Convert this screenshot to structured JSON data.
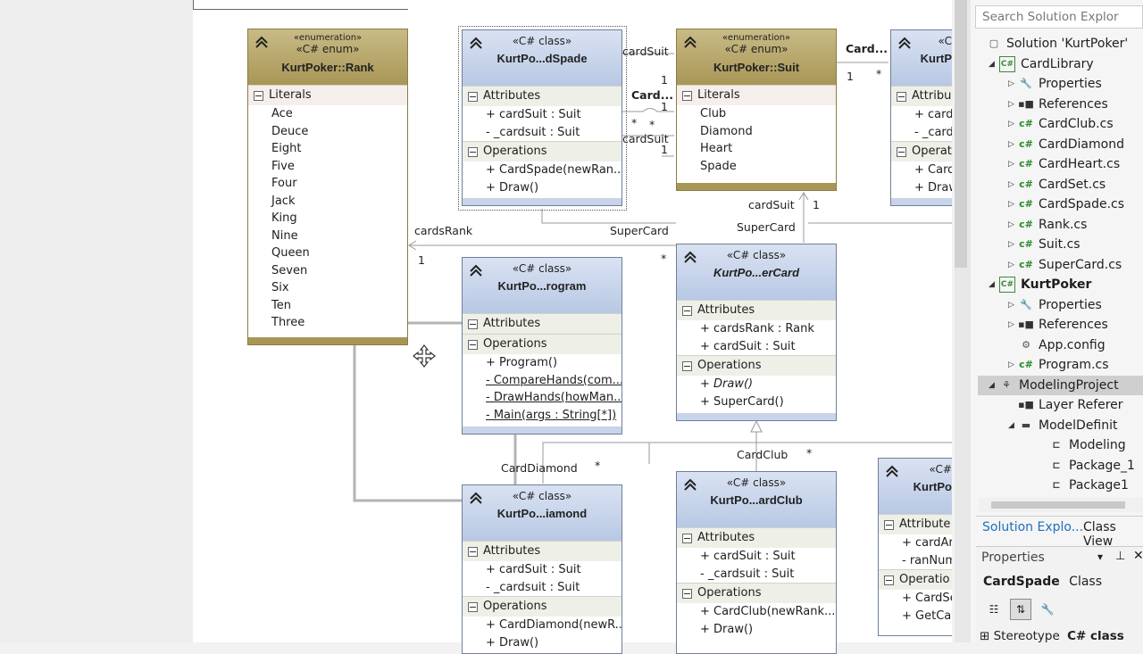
{
  "diagram": {
    "classes": {
      "rank": {
        "stereo1": "«enumeration»",
        "stereo2": "«C# enum»",
        "name": "KurtPoker::Rank",
        "section": "Literals",
        "items": [
          "Ace",
          "Deuce",
          "Eight",
          "Five",
          "Four",
          "Jack",
          "King",
          "Nine",
          "Queen",
          "Seven",
          "Six",
          "Ten",
          "Three"
        ]
      },
      "cardspade": {
        "stereo": "«C# class»",
        "name": "KurtPo...dSpade",
        "attr_label": "Attributes",
        "attrs": [
          "+ cardSuit : Suit",
          "- _cardsuit : Suit"
        ],
        "ops_label": "Operations",
        "ops": [
          "+ CardSpade(newRan...",
          "+ Draw()"
        ]
      },
      "suit": {
        "stereo1": "«enumeration»",
        "stereo2": "«C# enum»",
        "name": "KurtPoker::Suit",
        "section": "Literals",
        "items": [
          "Club",
          "Diamond",
          "Heart",
          "Spade"
        ]
      },
      "cardheart_partial": {
        "stereo": "«C",
        "name": "KurtP",
        "attr_label": "Attribu",
        "attrs": [
          "+ card",
          "- _card"
        ],
        "ops_label": "Operat",
        "ops": [
          "+ Card",
          "+ Draw"
        ]
      },
      "program": {
        "stereo": "«C# class»",
        "name": "KurtPo...rogram",
        "attr_label": "Attributes",
        "ops_label": "Operations",
        "ops": [
          "+ Program()",
          "- CompareHands(com...",
          "- DrawHands(howMan...",
          "- Main(args : String[*])"
        ]
      },
      "supercard": {
        "stereo": "«C# class»",
        "name": "KurtPo...erCard",
        "attr_label": "Attributes",
        "attrs": [
          "+ cardsRank : Rank",
          "+ cardSuit : Suit"
        ],
        "ops_label": "Operations",
        "ops": [
          "+ Draw()",
          "+ SuperCard()"
        ]
      },
      "carddiamond": {
        "stereo": "«C# class»",
        "name": "KurtPo...iamond",
        "attr_label": "Attributes",
        "attrs": [
          "+ cardSuit : Suit",
          "- _cardsuit : Suit"
        ],
        "ops_label": "Operations",
        "ops": [
          "+ CardDiamond(newR...",
          "+ Draw()"
        ]
      },
      "cardclub": {
        "stereo": "«C# class»",
        "name": "KurtPo...ardClub",
        "attr_label": "Attributes",
        "attrs": [
          "+ cardSuit : Suit",
          "- _cardsuit : Suit"
        ],
        "ops_label": "Operations",
        "ops": [
          "+ CardClub(newRank...",
          "+ Draw()"
        ]
      },
      "cardset_partial": {
        "stereo": "«C#",
        "name": "KurtPo",
        "attr_label": "Attribute",
        "attrs": [
          "+ cardAr",
          "- ranNum"
        ],
        "ops_label": "Operatio",
        "ops": [
          "+ CardSe",
          "+ GetCar"
        ]
      }
    },
    "labels": {
      "cardsuit_top": "cardSuit",
      "card_top": "Card...",
      "card_mid": "Card...",
      "cardsuit_mid": "cardSuit",
      "one_a": "1",
      "one_b": "1",
      "one_c": "1",
      "one_d": "1",
      "star_a": "*",
      "star_b": "*",
      "star_c": "*",
      "cardsrank": "cardsRank",
      "one_rank": "1",
      "supercard_l": "SuperCard",
      "star_super": "*",
      "cardsuit_low": "cardSuit",
      "one_low": "1",
      "supercard_r": "SuperCard",
      "carddiamond": "CardDiamond",
      "star_diamond": "*",
      "cardclub": "CardClub",
      "star_club": "*"
    }
  },
  "solution_explorer": {
    "search_placeholder": "Search Solution Explor",
    "items": [
      {
        "label": "Solution 'KurtPoker'",
        "icon": "solution-icon"
      },
      {
        "label": "CardLibrary",
        "icon": "csharp-project-icon"
      },
      {
        "label": "Properties",
        "icon": "wrench-icon"
      },
      {
        "label": "References",
        "icon": "references-icon"
      },
      {
        "label": "CardClub.cs",
        "icon": "csharp-file-icon"
      },
      {
        "label": "CardDiamond",
        "icon": "csharp-file-icon"
      },
      {
        "label": "CardHeart.cs",
        "icon": "csharp-file-icon"
      },
      {
        "label": "CardSet.cs",
        "icon": "csharp-file-icon"
      },
      {
        "label": "CardSpade.cs",
        "icon": "csharp-file-icon"
      },
      {
        "label": "Rank.cs",
        "icon": "csharp-file-icon"
      },
      {
        "label": "Suit.cs",
        "icon": "csharp-file-icon"
      },
      {
        "label": "SuperCard.cs",
        "icon": "csharp-file-icon"
      },
      {
        "label": "KurtPoker",
        "icon": "csharp-project-icon"
      },
      {
        "label": "Properties",
        "icon": "wrench-icon"
      },
      {
        "label": "References",
        "icon": "references-icon"
      },
      {
        "label": "App.config",
        "icon": "config-icon"
      },
      {
        "label": "Program.cs",
        "icon": "csharp-file-icon"
      },
      {
        "label": "ModelingProject",
        "icon": "modeling-project-icon"
      },
      {
        "label": "Layer Referer",
        "icon": "references-icon"
      },
      {
        "label": "ModelDefinit",
        "icon": "folder-icon"
      },
      {
        "label": "Modeling",
        "icon": "model-file-icon"
      },
      {
        "label": "Package_1",
        "icon": "model-file-icon"
      },
      {
        "label": "Package1",
        "icon": "model-file-icon"
      }
    ],
    "tabs": [
      "Solution Explo...",
      "Class View"
    ]
  },
  "properties": {
    "title": "Properties",
    "selected_name": "CardSpade",
    "selected_kind": "Class",
    "row_label": "Stereotype",
    "row_value": "C# class"
  },
  "colors": {
    "class_header": "#c4d2ea",
    "enum_header": "#b3a265",
    "accent_blue": "#1e6fbd"
  }
}
